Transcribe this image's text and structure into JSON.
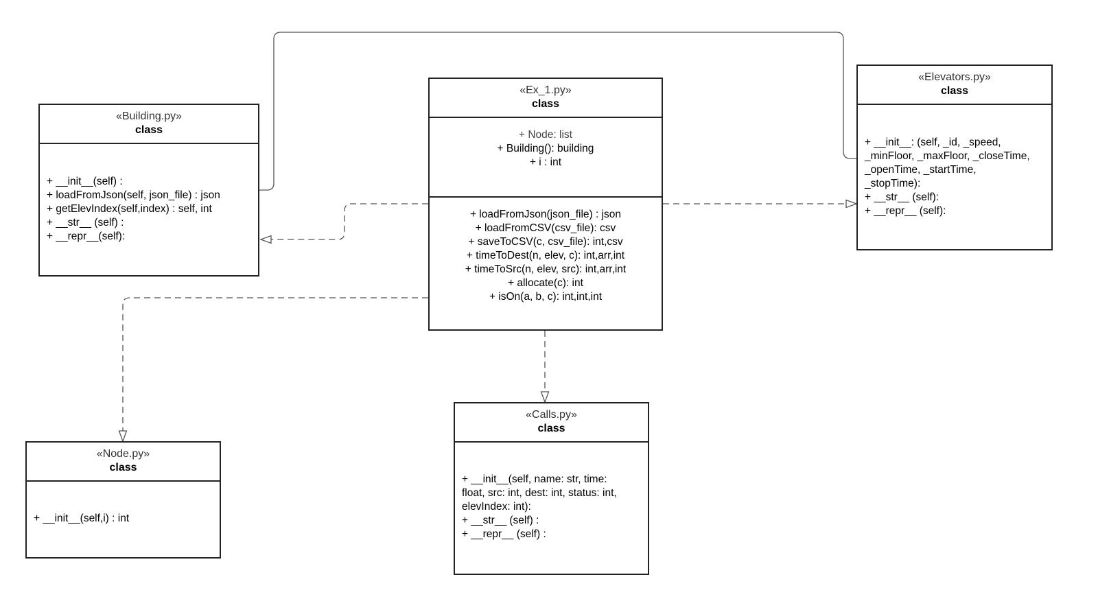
{
  "building": {
    "stereotype": "«Building.py»",
    "kind": "class",
    "methods": [
      "+ __init__(self) :",
      "+ loadFromJson(self, json_file) : json",
      "+ getElevIndex(self,index) : self, int",
      "+ __str__ (self) :",
      "+ __repr__(self):"
    ]
  },
  "ex1": {
    "stereotype": "«Ex_1.py»",
    "kind": "class",
    "attributes": [
      "+ Node: list",
      "+ Building(): building",
      "+ i : int"
    ],
    "methods": [
      "+ loadFromJson(json_file) : json",
      "+ loadFromCSV(csv_file): csv",
      "+ saveToCSV(c, csv_file): int,csv",
      "+ timeToDest(n, elev, c): int,arr,int",
      "+ timeToSrc(n, elev, src): int,arr,int",
      "+ allocate(c): int",
      "+ isOn(a, b, c): int,int,int"
    ]
  },
  "elevators": {
    "stereotype": "«Elevators.py»",
    "kind": "class",
    "methods": [
      "+ __init__: (self, _id, _speed,",
      "_minFloor, _maxFloor, _closeTime,",
      "_openTime, _startTime,",
      "_stopTime):",
      "+ __str__ (self):",
      "+ __repr__ (self):"
    ]
  },
  "node": {
    "stereotype": "«Node.py»",
    "kind": "class",
    "methods": [
      "+ __init__(self,i) : int"
    ]
  },
  "calls": {
    "stereotype": "«Calls.py»",
    "kind": "class",
    "methods": [
      "+ __init__(self, name: str, time:",
      "float, src: int, dest: int, status: int,",
      "elevIndex: int):",
      "+ __str__ (self) :",
      "+ __repr__ (self) :"
    ]
  },
  "colors": {
    "border": "#222222",
    "connector": "#555555",
    "background": "#ffffff"
  }
}
